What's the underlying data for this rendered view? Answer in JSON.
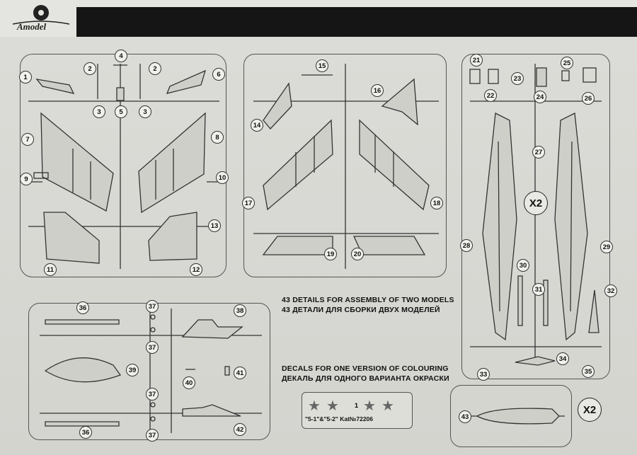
{
  "header": {
    "logo_text": "Amodel"
  },
  "notes": {
    "details_en": "43 DETAILS FOR ASSEMBLY OF TWO MODELS",
    "details_ru": "43 ДЕТАЛИ ДЛЯ СБОРКИ ДВУХ МОДЕЛЕЙ",
    "decals_en": "DECALS FOR ONE VERSION OF COLOURING",
    "decals_ru": "ДЕКАЛЬ ДЛЯ ОДНОГО ВАРИАНТА ОКРАСКИ"
  },
  "multipliers": {
    "fuselage": "X2",
    "canopy": "X2"
  },
  "decal_sheet": {
    "count": "1",
    "label": "\"5-1\"&\"5-2\"   Kat№72206"
  },
  "part_numbers": {
    "p1": "1",
    "p2a": "2",
    "p2b": "2",
    "p3a": "3",
    "p3b": "3",
    "p4": "4",
    "p5": "5",
    "p6": "6",
    "p7": "7",
    "p8": "8",
    "p9": "9",
    "p10": "10",
    "p11": "11",
    "p12": "12",
    "p13": "13",
    "p14": "14",
    "p15": "15",
    "p16": "16",
    "p17": "17",
    "p18": "18",
    "p19": "19",
    "p20": "20",
    "p21": "21",
    "p22": "22",
    "p23": "23",
    "p24": "24",
    "p25": "25",
    "p26": "26",
    "p27": "27",
    "p28": "28",
    "p29": "29",
    "p30": "30",
    "p31": "31",
    "p32": "32",
    "p33": "33",
    "p34": "34",
    "p35": "35",
    "p36a": "36",
    "p36b": "36",
    "p37a": "37",
    "p37b": "37",
    "p37c": "37",
    "p37d": "37",
    "p38": "38",
    "p39": "39",
    "p40": "40",
    "p41": "41",
    "p42": "42",
    "p43": "43"
  }
}
